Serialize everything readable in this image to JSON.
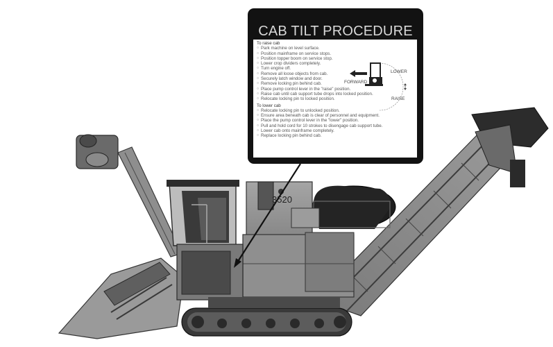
{
  "callout": {
    "title": "CAB TILT PROCEDURE",
    "raise_heading": "To raise cab",
    "raise_steps": [
      "Park machine on level surface.",
      "Position mainframe on service stops.",
      "Position topper boom on service stop.",
      "Lower crop dividers completely.",
      "Turn engine off.",
      "Remove all loose objects from cab.",
      "Securely latch window and door.",
      "Remove locking pin behind cab.",
      "Place pump control lever in the \"raise\" position.",
      "Raise cab until cab support tube drops into locked position.",
      "Relocate locking pin to locked position."
    ],
    "lower_heading": "To lower cab",
    "lower_steps": [
      "Relocate locking pin to unlocked position.",
      "Ensure area beneath cab is clear of personnel and equipment.",
      "Place the pump control lever in the \"lower\" position.",
      "Pull and hold cord for 10 strokes to disengage cab support tube.",
      "Lower cab onto mainframe completely.",
      "Replace locking pin behind cab."
    ],
    "diagram": {
      "forward_label": "FORWARD",
      "lower_label": "LOWER",
      "raise_label": "RAISE"
    }
  },
  "machine": {
    "model_badge": "3520"
  },
  "colors": {
    "callout_bg": "#121212",
    "title_text": "#d8d8d8",
    "machine_body": "#8a8a8a",
    "machine_dark": "#2e2e2e",
    "hopper": "#1e1e1e"
  }
}
